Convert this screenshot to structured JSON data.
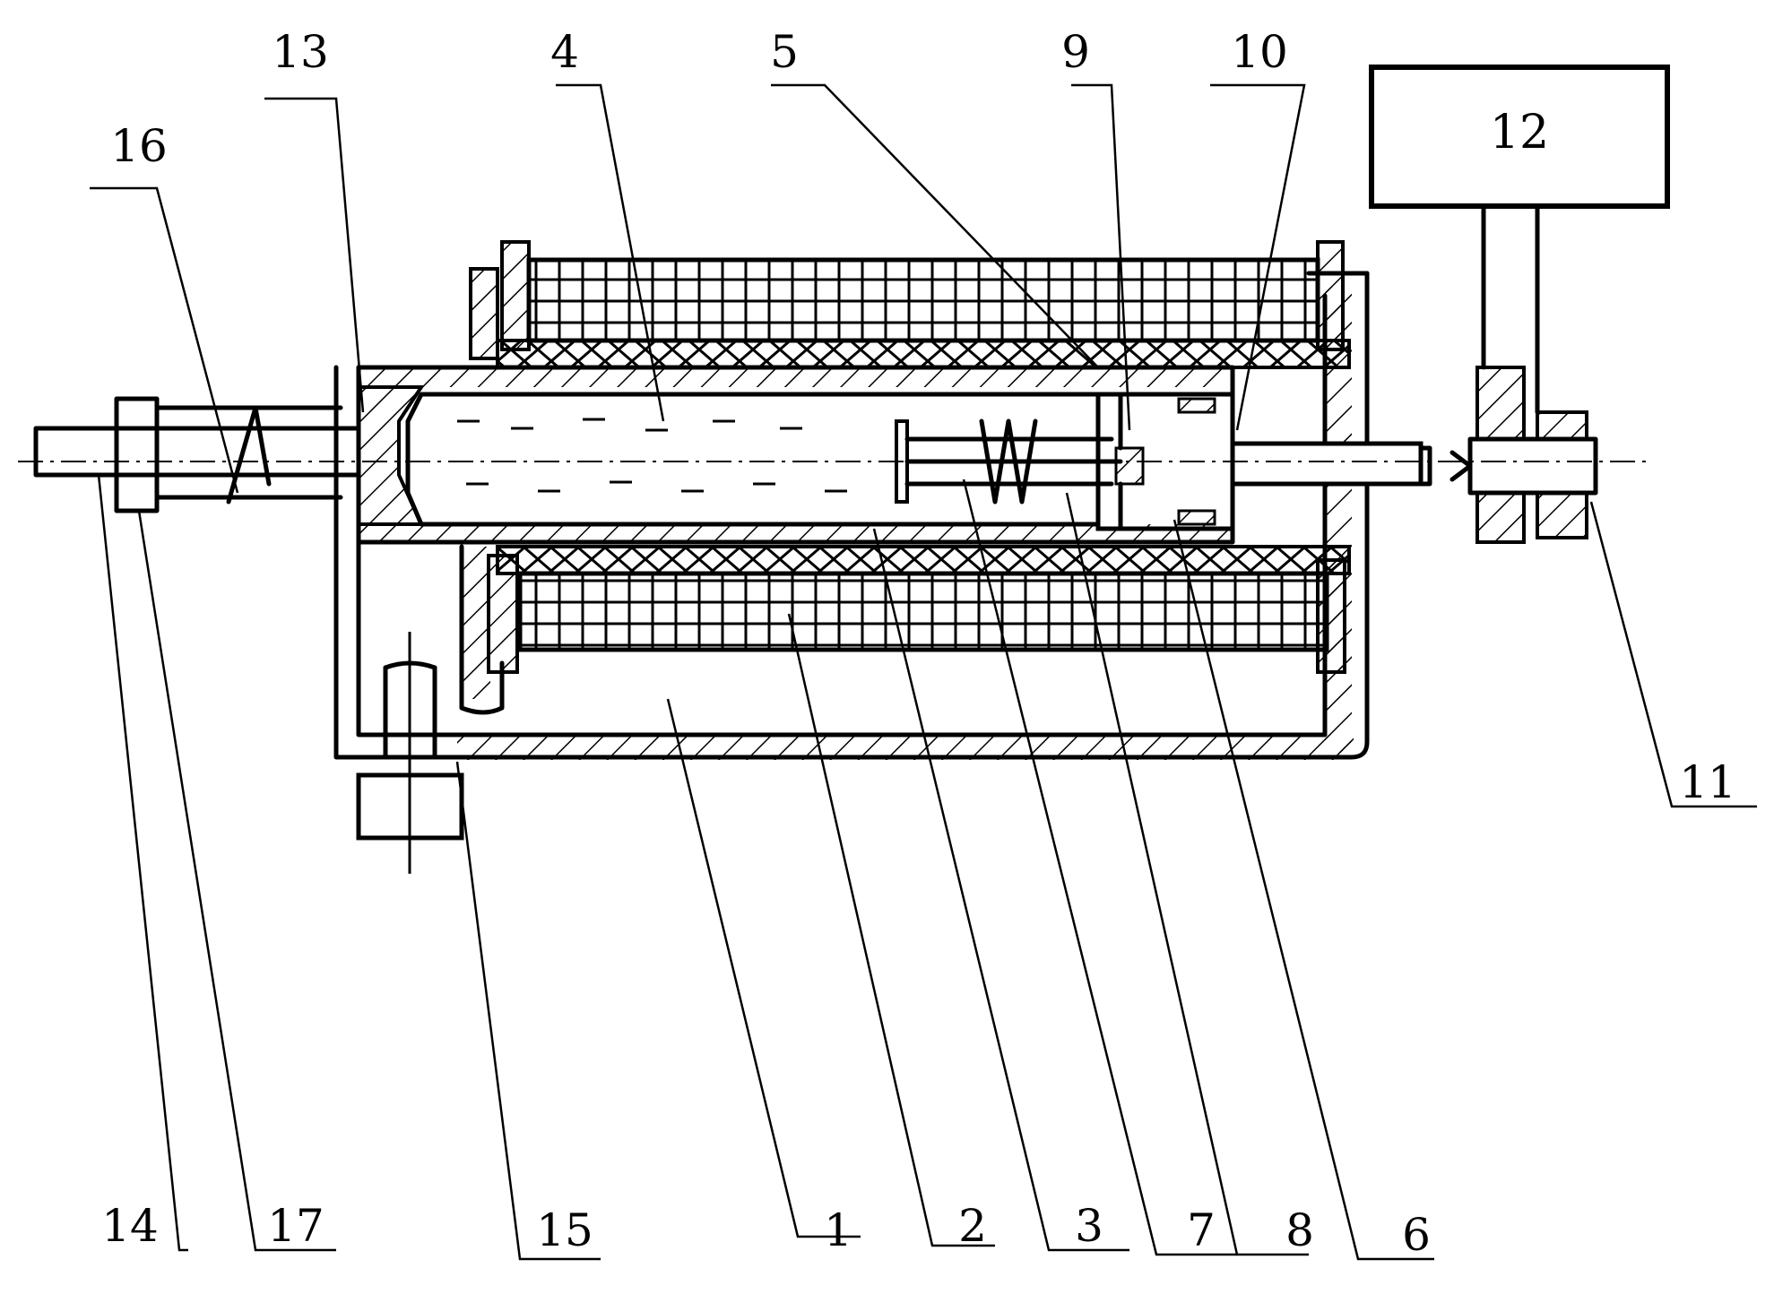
{
  "figure": {
    "part_labels": [
      {
        "id": "1",
        "text": "1"
      },
      {
        "id": "2",
        "text": "2"
      },
      {
        "id": "3",
        "text": "3"
      },
      {
        "id": "4",
        "text": "4"
      },
      {
        "id": "5",
        "text": "5"
      },
      {
        "id": "6",
        "text": "6"
      },
      {
        "id": "7",
        "text": "7"
      },
      {
        "id": "8",
        "text": "8"
      },
      {
        "id": "9",
        "text": "9"
      },
      {
        "id": "10",
        "text": "10"
      },
      {
        "id": "11",
        "text": "11"
      },
      {
        "id": "12",
        "text": "12"
      },
      {
        "id": "13",
        "text": "13"
      },
      {
        "id": "14",
        "text": "14"
      },
      {
        "id": "15",
        "text": "15"
      },
      {
        "id": "16",
        "text": "16"
      },
      {
        "id": "17",
        "text": "17"
      }
    ],
    "colors": {
      "ink": "#000000",
      "paper": "#ffffff"
    }
  }
}
